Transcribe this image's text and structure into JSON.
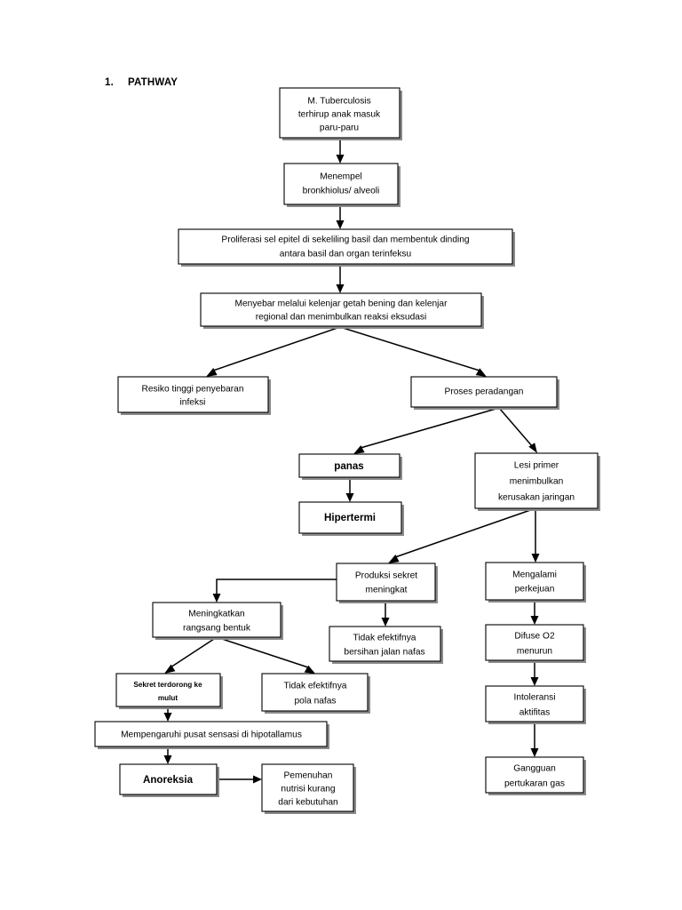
{
  "heading": {
    "number": "1.",
    "title": "PATHWAY"
  },
  "chart_data": {
    "type": "diagram",
    "title": "PATHWAY",
    "orientation": "top-down flowchart",
    "nodes": [
      {
        "id": "n1",
        "label": "M. Tuberculosis terhirup anak masuk paru-paru",
        "lines": [
          "M. Tuberculosis",
          "terhirup anak masuk",
          "paru-paru"
        ]
      },
      {
        "id": "n2",
        "label": "Menempel bronkhiolus/ alveoli",
        "lines": [
          "Menempel",
          "bronkhiolus/ alveoli"
        ]
      },
      {
        "id": "n3",
        "label": "Proliferasi sel epitel di sekeliling basil dan membentuk dinding antara basil dan organ terinfeksu",
        "lines": [
          "Proliferasi sel epitel di sekeliling basil dan membentuk dinding",
          "antara basil dan organ terinfeksu"
        ]
      },
      {
        "id": "n4",
        "label": "Menyebar melalui kelenjar getah bening dan kelenjar regional dan menimbulkan reaksi eksudasi",
        "lines": [
          "Menyebar melalui kelenjar getah bening dan kelenjar",
          "regional dan menimbulkan reaksi eksudasi"
        ]
      },
      {
        "id": "n5",
        "label": "Resiko tinggi penyebaran infeksi",
        "lines": [
          "Resiko tinggi penyebaran",
          "infeksi"
        ]
      },
      {
        "id": "n6",
        "label": "Proses peradangan",
        "lines": [
          "Proses peradangan"
        ]
      },
      {
        "id": "n7",
        "label": "panas",
        "lines": [
          "panas"
        ]
      },
      {
        "id": "n8",
        "label": "Hipertermi",
        "lines": [
          "Hipertermi"
        ]
      },
      {
        "id": "n9",
        "label": "Lesi primer menimbulkan kerusakan jaringan",
        "lines": [
          "Lesi primer",
          "menimbulkan",
          "kerusakan jaringan"
        ]
      },
      {
        "id": "n10",
        "label": "Produksi sekret meningkat",
        "lines": [
          "Produksi sekret",
          "meningkat"
        ]
      },
      {
        "id": "n11",
        "label": "Mengalami perkejuan",
        "lines": [
          "Mengalami",
          "perkejuan"
        ]
      },
      {
        "id": "n12",
        "label": "Meningkatkan rangsang bentuk",
        "lines": [
          "Meningkatkan",
          "rangsang bentuk"
        ]
      },
      {
        "id": "n13",
        "label": "Tidak efektifnya bersihan jalan nafas",
        "lines": [
          "Tidak efektifnya",
          "bersihan jalan nafas"
        ]
      },
      {
        "id": "n14",
        "label": "Difuse O2 menurun",
        "lines": [
          "Difuse O2",
          "menurun"
        ]
      },
      {
        "id": "n15",
        "label": "Sekret terdorong ke mulut",
        "lines": [
          "Sekret terdorong ke",
          "mulut"
        ]
      },
      {
        "id": "n16",
        "label": "Tidak efektifnya pola nafas",
        "lines": [
          "Tidak efektifnya",
          "pola nafas"
        ]
      },
      {
        "id": "n17",
        "label": "Intoleransi aktifitas",
        "lines": [
          "Intoleransi",
          "aktifitas"
        ]
      },
      {
        "id": "n18",
        "label": "Mempengaruhi pusat sensasi di hipotallamus",
        "lines": [
          "Mempengaruhi pusat sensasi di hipotallamus"
        ]
      },
      {
        "id": "n19",
        "label": "Anoreksia",
        "lines": [
          "Anoreksia"
        ]
      },
      {
        "id": "n20",
        "label": "Pemenuhan nutrisi kurang dari kebutuhan",
        "lines": [
          "Pemenuhan",
          "nutrisi kurang",
          "dari kebutuhan"
        ]
      },
      {
        "id": "n21",
        "label": "Gangguan pertukaran gas",
        "lines": [
          "Gangguan",
          "pertukaran gas"
        ]
      }
    ],
    "edges": [
      {
        "from": "n1",
        "to": "n2"
      },
      {
        "from": "n2",
        "to": "n3"
      },
      {
        "from": "n3",
        "to": "n4"
      },
      {
        "from": "n4",
        "to": "n5"
      },
      {
        "from": "n4",
        "to": "n6"
      },
      {
        "from": "n6",
        "to": "n7"
      },
      {
        "from": "n6",
        "to": "n9"
      },
      {
        "from": "n7",
        "to": "n8"
      },
      {
        "from": "n9",
        "to": "n10"
      },
      {
        "from": "n9",
        "to": "n11"
      },
      {
        "from": "n10",
        "to": "n13"
      },
      {
        "from": "n10",
        "to": "n12"
      },
      {
        "from": "n11",
        "to": "n14"
      },
      {
        "from": "n12",
        "to": "n15"
      },
      {
        "from": "n12",
        "to": "n16"
      },
      {
        "from": "n14",
        "to": "n17"
      },
      {
        "from": "n15",
        "to": "n18"
      },
      {
        "from": "n17",
        "to": "n21"
      },
      {
        "from": "n18",
        "to": "n19"
      },
      {
        "from": "n19",
        "to": "n20"
      }
    ],
    "colors": {
      "box_fill": "#ffffff",
      "box_stroke": "#000000",
      "connector": "#000000",
      "shadow": "#8a8a8a",
      "background": "#ffffff"
    }
  }
}
